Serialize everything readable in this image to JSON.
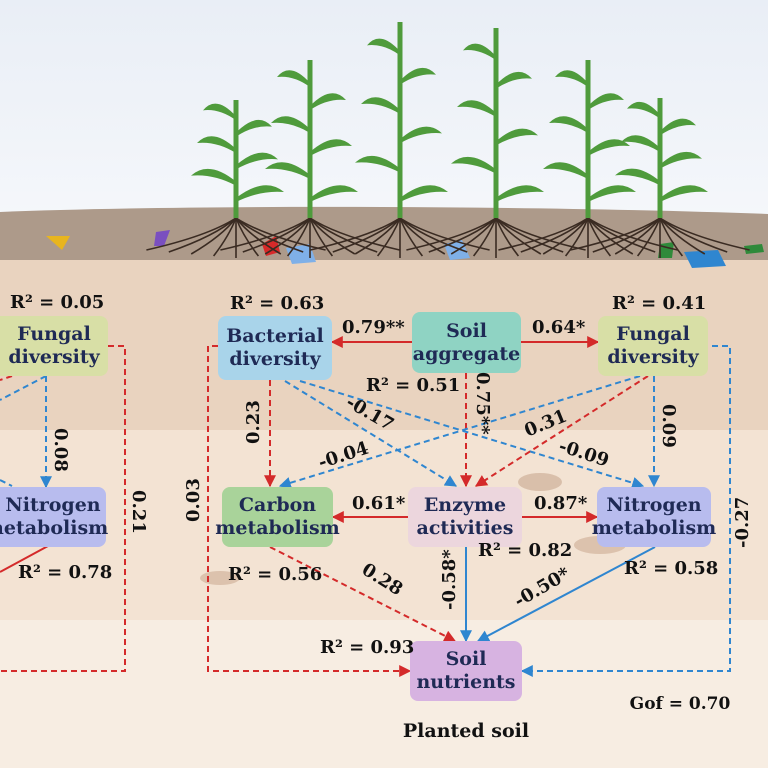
{
  "colors": {
    "sky": "#eef2f8",
    "topsoil": "#ad9a8a",
    "soil_light": "#f1e3d3",
    "positive_path": "#d42a2a",
    "negative_path": "#2f86d0",
    "bacterial_box": "#a9d4ea",
    "fungal_box": "#d8dfa6",
    "aggregate_box": "#8fd3c3",
    "carbon_box": "#a9d39a",
    "enzyme_box": "#ecd6dd",
    "nitrogen_box": "#b8bcee",
    "nutrients_box": "#d7b3e1",
    "plant": "#4f9b3c",
    "root": "#3a2b22"
  },
  "nodes": {
    "left_fungal": [
      "Fungal",
      "diversity"
    ],
    "left_nitrogen": [
      "Nitrogen",
      "metabolism"
    ],
    "bacterial": [
      "Bacterial",
      "diversity"
    ],
    "aggregate": [
      "Soil",
      "aggregate"
    ],
    "fungal": [
      "Fungal",
      "diversity"
    ],
    "carbon": [
      "Carbon",
      "metabolism"
    ],
    "enzyme": [
      "Enzyme",
      "activities"
    ],
    "nitrogen": [
      "Nitrogen",
      "metabolism"
    ],
    "nutrients": [
      "Soil",
      "nutrients"
    ]
  },
  "r_squared": {
    "left_fungal": "R² = 0.05",
    "left_nitrogen": "R² = 0.78",
    "bacterial": "R² = 0.63",
    "aggregate": "R² = 0.51",
    "fungal": "R² = 0.41",
    "carbon": "R² = 0.56",
    "enzyme": "R² = 0.82",
    "nitrogen": "R² = 0.58",
    "nutrients": "R² = 0.93"
  },
  "path_coefficients": {
    "left_fungal_to_nitrogen": "0.08",
    "left_fungal_to_nutrients": "0.21",
    "aggregate_to_bacterial": "0.79**",
    "aggregate_to_fungal": "0.64*",
    "aggregate_to_enzyme": "0.75**",
    "bacterial_to_carbon": "0.23",
    "bacterial_to_enzyme": "-0.17",
    "bacterial_to_nitrogen": "-0.09",
    "bacterial_to_nutrients": "0.03",
    "fungal_to_carbon": "-0.04",
    "fungal_to_enzyme": "0.31",
    "fungal_to_nitrogen": "0.09",
    "fungal_to_nutrients": "-0.27",
    "enzyme_to_carbon": "0.61*",
    "enzyme_to_nitrogen": "0.87*",
    "enzyme_to_nutrients": "-0.58*",
    "carbon_to_nutrients": "0.28",
    "nitrogen_to_nutrients": "-0.50*"
  },
  "gof": "Gof = 0.70",
  "caption": "Planted soil"
}
